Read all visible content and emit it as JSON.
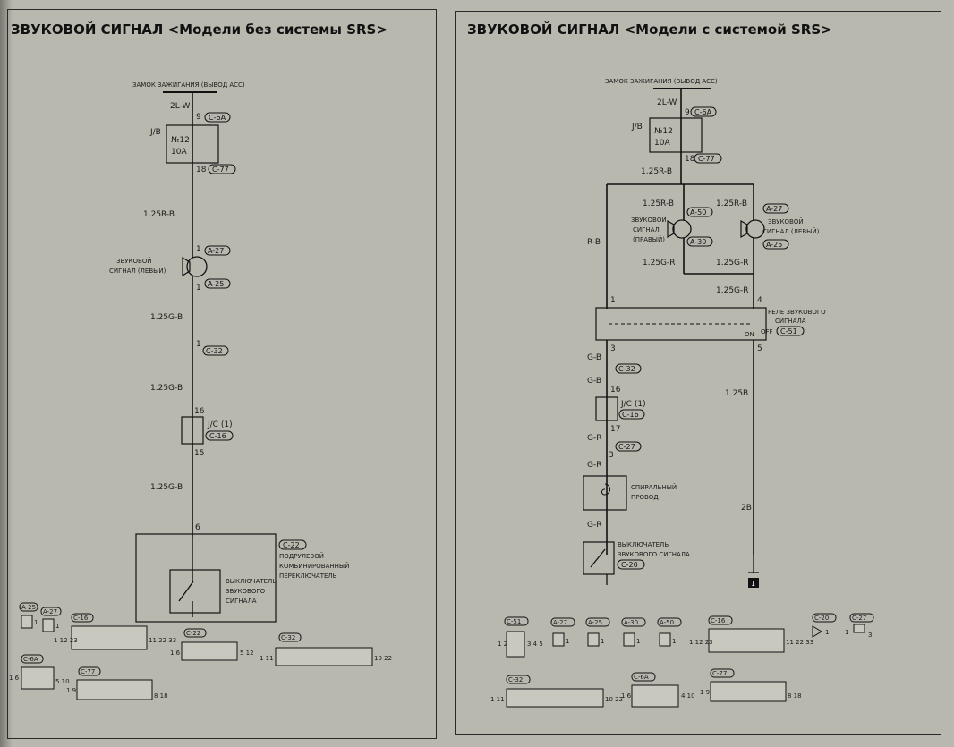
{
  "left": {
    "title": "ЗВУКОВОЙ СИГНАЛ <Модели без системы SRS>",
    "ignition": "ЗАМОК ЗАЖИГАНИЯ (ВЫВОД ACC)",
    "wire_top": "2L-W",
    "pin_9": "9",
    "badge_c6a": "C-6A",
    "jb": "J/B",
    "fuse_no": "№12",
    "fuse_amp": "10A",
    "pin_18": "18",
    "badge_c77": "C-77",
    "wire_1": "1.25R-B",
    "horn_label_1": "ЗВУКОВОЙ",
    "horn_label_2": "СИГНАЛ (ЛЕВЫЙ)",
    "pin_1a": "1",
    "badge_a27": "A-27",
    "pin_1b": "1",
    "badge_a25": "A-25",
    "wire_2": "1.25G-B",
    "pin_1c": "1",
    "badge_c32": "C-32",
    "wire_3": "1.25G-B",
    "pin_16": "16",
    "jc": "J/C (1)",
    "badge_c16": "C-16",
    "pin_15": "15",
    "wire_4": "1.25G-B",
    "pin_6": "6",
    "badge_c22": "C-22",
    "combo_1": "ПОДРУЛЕВОЙ",
    "combo_2": "КОМБИНИРОВАННЫЙ",
    "combo_3": "ПЕРЕКЛЮЧАТЕЛЬ",
    "switch_1": "ВЫКЛЮЧАТЕЛЬ",
    "switch_2": "ЗВУКОВОГО",
    "switch_3": "СИГНАЛА",
    "connectors": [
      {
        "badge": "A-25",
        "pins_a": "1",
        "pins_b": ""
      },
      {
        "badge": "A-27",
        "pins_a": "1",
        "pins_b": ""
      },
      {
        "badge": "C-16",
        "pins_a": "1 12 23",
        "pins_b": "11 22 33"
      },
      {
        "badge": "C-22",
        "pins_a": "1 6",
        "pins_b": "5 12"
      },
      {
        "badge": "C-32",
        "pins_a": "1 11",
        "pins_b": "10 22"
      },
      {
        "badge": "C-6A",
        "pins_a": "1 6",
        "pins_b": "5 10"
      },
      {
        "badge": "C-77",
        "pins_a": "1 9",
        "pins_b": "8 18"
      }
    ]
  },
  "right": {
    "title": "ЗВУКОВОЙ СИГНАЛ <Модели с системой SRS>",
    "ignition": "ЗАМОК ЗАЖИГАНИЯ (ВЫВОД ACC)",
    "wire_top": "2L-W",
    "pin_9": "9",
    "badge_c6a": "C-6A",
    "jb": "J/B",
    "fuse_no": "№12",
    "fuse_amp": "10A",
    "pin_18": "18",
    "badge_c77": "C-77",
    "wire_1": "1.25R-B",
    "wire_rb_left": "1.25R-B",
    "wire_rb_right": "1.25R-B",
    "horn_r_1": "ЗВУКОВОЙ",
    "horn_r_2": "СИГНАЛ",
    "horn_r_3": "(ПРАВЫЙ)",
    "badge_a50": "A-50",
    "badge_a30": "A-30",
    "horn_l_1": "ЗВУКОВОЙ",
    "horn_l_2": "СИГНАЛ (ЛЕВЫЙ)",
    "badge_a27": "A-27",
    "badge_a25": "A-25",
    "wire_rb": "R-B",
    "wire_g_left": "1.25G-R",
    "wire_g_right": "1.25G-R",
    "wire_g_relay": "1.25G-R",
    "pin_1": "1",
    "pin_4": "4",
    "relay_1": "РЕЛЕ ЗВУКОВОГО",
    "relay_2": "СИГНАЛА",
    "badge_c51": "C-51",
    "on": "ON",
    "off": "OFF",
    "pin_3": "3",
    "pin_5": "5",
    "wire_gb_1": "G-B",
    "badge_c32": "C-32",
    "wire_gb_2": "G-B",
    "pin_16": "16",
    "jc": "J/C (1)",
    "badge_c16": "C-16",
    "wire_b": "1.25B",
    "pin_17": "17",
    "wire_gr_1": "G-R",
    "pin_3b": "3",
    "badge_c27": "C-27",
    "wire_gr_2": "G-R",
    "spiral_1": "СПИРАЛЬНЫЙ",
    "spiral_2": "ПРОВОД",
    "wire_2b": "2B",
    "wire_gr_3": "G-R",
    "switch_1": "ВЫКЛЮЧАТЕЛЬ",
    "switch_2": "ЗВУКОВОГО СИГНАЛА",
    "badge_c20": "C-20",
    "ground": "1",
    "connectors": [
      {
        "badge": "C-51",
        "pins_a": "1 2",
        "pins_b": "3 4 5"
      },
      {
        "badge": "A-27",
        "pins_a": "1",
        "pins_b": ""
      },
      {
        "badge": "A-25",
        "pins_a": "1",
        "pins_b": ""
      },
      {
        "badge": "A-30",
        "pins_a": "1",
        "pins_b": ""
      },
      {
        "badge": "A-50",
        "pins_a": "1",
        "pins_b": ""
      },
      {
        "badge": "C-16",
        "pins_a": "1 12 23",
        "pins_b": "11 22 33"
      },
      {
        "badge": "C-20",
        "pins_a": "",
        "pins_b": "1"
      },
      {
        "badge": "C-27",
        "pins_a": "1",
        "pins_b": "3"
      },
      {
        "badge": "C-32",
        "pins_a": "1 11",
        "pins_b": "10 22"
      },
      {
        "badge": "C-6A",
        "pins_a": "1 6",
        "pins_b": "4 10"
      },
      {
        "badge": "C-77",
        "pins_a": "1 9",
        "pins_b": "8 18"
      }
    ]
  }
}
